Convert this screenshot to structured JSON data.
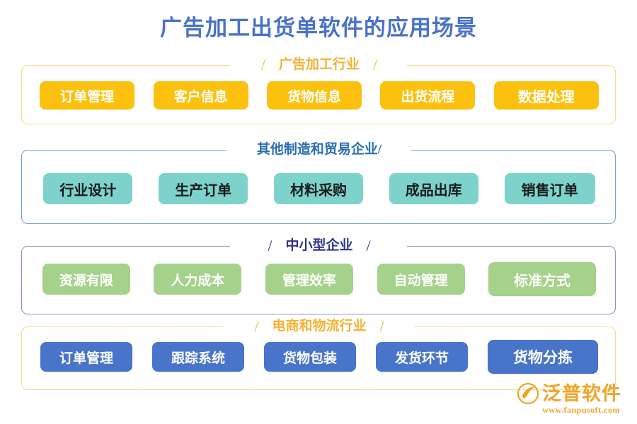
{
  "title": "广告加工出货单软件的应用场景",
  "colors": {
    "title_text": "#4a72c8",
    "amber": "#fcc00e",
    "amber_label": "#f3b233",
    "teal": "#7dd3cc",
    "teal_label": "#2a6eb5",
    "green": "#a5d18a",
    "navy_label": "#30358c",
    "blue": "#4874c9",
    "logo": "#f0a429"
  },
  "sections": [
    {
      "id": "advertising-processing-industry",
      "label": "广告加工行业",
      "slash": "/",
      "chips": [
        {
          "label": "订单管理"
        },
        {
          "label": "客户信息"
        },
        {
          "label": "货物信息"
        },
        {
          "label": "出货流程"
        },
        {
          "label": "数据处理",
          "wide": true
        }
      ]
    },
    {
      "id": "other-manufacturing-and-trading-enterprises",
      "label": "其他制造和贸易企业/",
      "slash": "",
      "chips": [
        {
          "label": "行业设计"
        },
        {
          "label": "生产订单"
        },
        {
          "label": "材料采购"
        },
        {
          "label": "成品出库"
        },
        {
          "label": "销售订单",
          "wide": true
        }
      ]
    },
    {
      "id": "small-and-medium-enterprises",
      "label": "中小型企业",
      "slash": "/",
      "chips": [
        {
          "label": "资源有限"
        },
        {
          "label": "人力成本"
        },
        {
          "label": "管理效率"
        },
        {
          "label": "自动管理"
        },
        {
          "label": "标准方式",
          "wide": true
        }
      ]
    },
    {
      "id": "ecommerce-and-logistics-industry",
      "label": "电商和物流行业",
      "slash": "/",
      "chips": [
        {
          "label": "订单管理"
        },
        {
          "label": "跟踪系统"
        },
        {
          "label": "货物包装"
        },
        {
          "label": "发货环节"
        },
        {
          "label": "货物分拣",
          "wide": true
        }
      ]
    }
  ],
  "logo": {
    "name": "泛普软件",
    "url": "www.fanpusoft.com"
  }
}
